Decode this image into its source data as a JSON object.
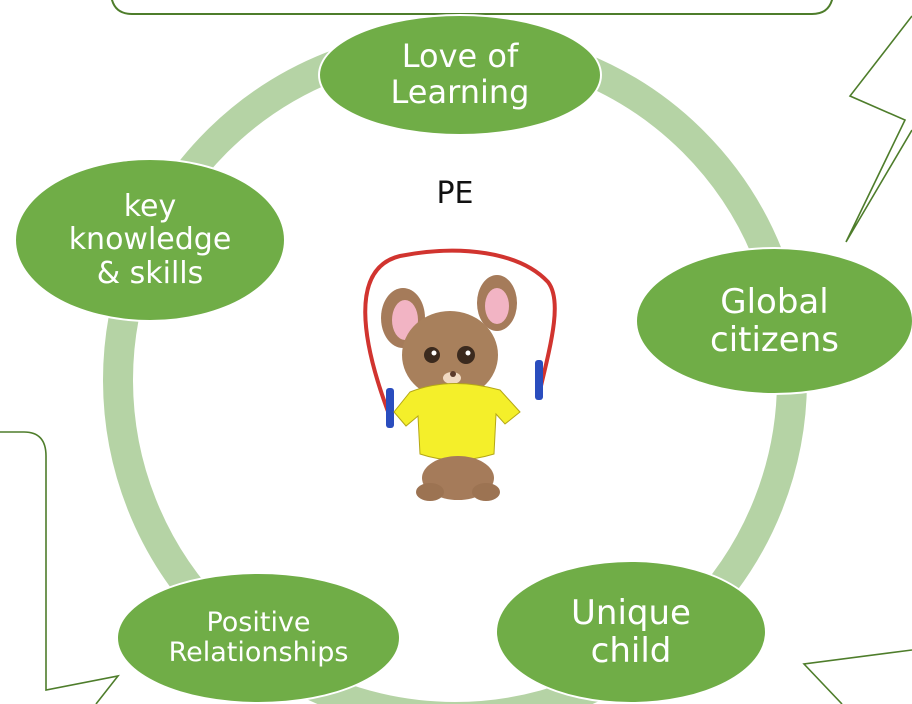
{
  "diagram": {
    "center_label": "PE",
    "nodes": [
      {
        "id": "love",
        "label": "Love of\nLearning"
      },
      {
        "id": "global",
        "label": "Global\ncitizens"
      },
      {
        "id": "unique",
        "label": "Unique\nchild"
      },
      {
        "id": "positive",
        "label": "Positive\nRelationships"
      },
      {
        "id": "key",
        "label": "key\nknowledge\n& skills"
      }
    ]
  },
  "colors": {
    "node_fill": "#70ad47",
    "ring": "#b5d3a5",
    "callout_stroke": "#4e7d2b"
  },
  "illustration": "mouse-skipping-rope"
}
